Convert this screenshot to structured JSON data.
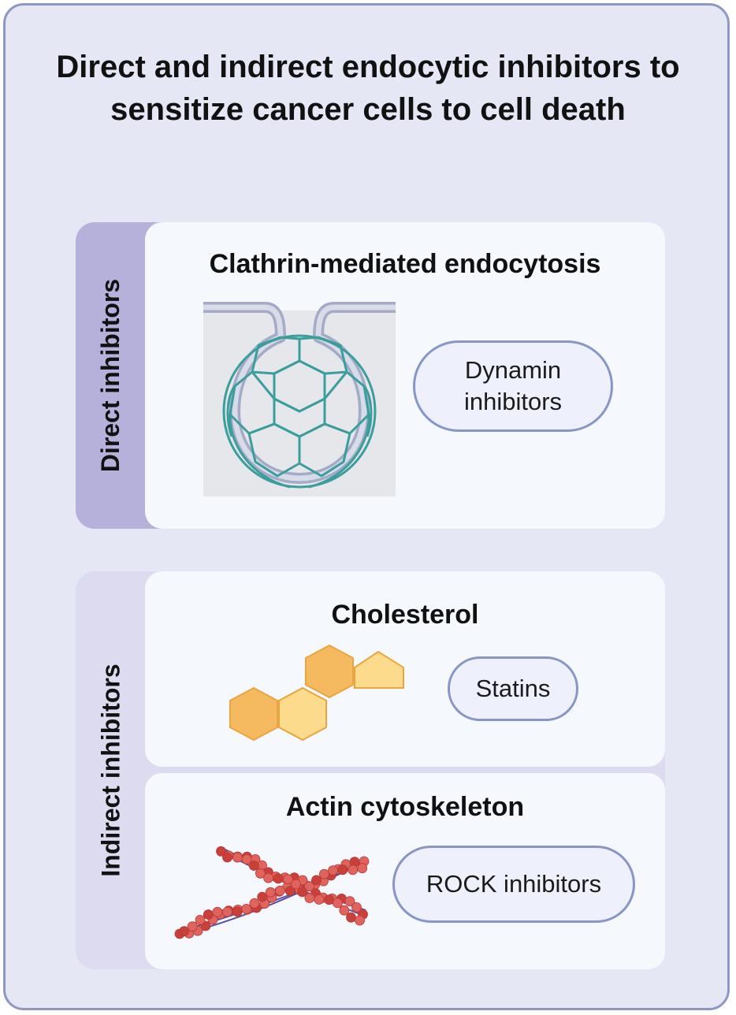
{
  "title": "Direct and indirect endocytic inhibitors to sensitize cancer cells to cell death",
  "direct": {
    "label": "Direct inhibitors",
    "card": {
      "title": "Clathrin-mediated endocytosis",
      "icon": "clathrin-coated-pit-icon",
      "inhibitor": "Dynamin inhibitors"
    }
  },
  "indirect": {
    "label": "Indirect inhibitors",
    "cards": [
      {
        "title": "Cholesterol",
        "icon": "cholesterol-molecule-icon",
        "inhibitor": "Statins"
      },
      {
        "title": "Actin cytoskeleton",
        "icon": "actin-filament-icon",
        "inhibitor": "ROCK inhibitors"
      }
    ]
  },
  "colors": {
    "frame_bg": "#e5e7f5",
    "frame_border": "#8f98c4",
    "direct_band": "#b6b1db",
    "indirect_band": "#dddbf0",
    "clathrin": "#3c9e9c",
    "cholesterol_dark": "#f5b95f",
    "cholesterol_light": "#fcdc8c",
    "actin": "#d9534f",
    "pill_border": "#8796c6"
  }
}
